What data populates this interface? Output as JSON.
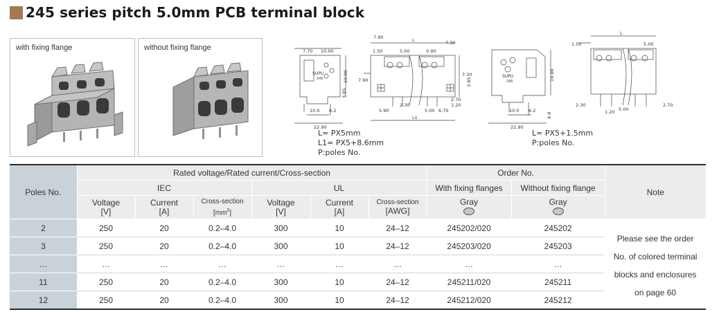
{
  "title": "245 series pitch 5.0mm PCB terminal block",
  "photos": [
    {
      "caption": "with fixing flange"
    },
    {
      "caption": "without fixing flange"
    }
  ],
  "drawing_notes": {
    "left": [
      "L= PX5mm",
      "L1= PX5+8.6mm",
      "P:poles No."
    ],
    "right": [
      "L= PX5+1.5mm",
      "P:poles No."
    ]
  },
  "drawing_labels": {
    "logo": "SUPU",
    "model": "245",
    "d1": {
      "w770": "7.70",
      "w1000": "10.00",
      "h1900": "19.00",
      "h385": "3.85",
      "b100": "10.0",
      "b62": "6.2",
      "b2290": "22.90"
    },
    "d2": {
      "t790": "7.90",
      "t150": "1.50",
      "t500": "5.00",
      "t090": "0.90",
      "t730": "7.30",
      "L": "L",
      "m790": "7.90",
      "m730": "7.30",
      "m385": "3.85",
      "b230": "2.30",
      "b270": "2.70",
      "b120": "1.20",
      "b590": "5.90",
      "b500": "5.00",
      "b670": "6.70",
      "L1": "L1"
    },
    "d3": {
      "h1900": "19.00",
      "h40": "4.0",
      "b100": "10.0",
      "b62": "6.2",
      "b2290": "22.90"
    },
    "d4": {
      "L": "L",
      "t150": "1.50",
      "t500": "5.00",
      "b230": "2.30",
      "b120": "1.20",
      "b500": "5.00",
      "b270": "2.70"
    }
  },
  "table": {
    "poles_header": "Poles No.",
    "group_rated": "Rated voltage/Rated current/Cross-section",
    "group_order": "Order No.",
    "note_header": "Note",
    "iec": "IEC",
    "ul": "UL",
    "with_flange": "With fixing flanges",
    "without_flange": "Without fixing flange",
    "voltage": "Voltage",
    "voltage_unit": "[V]",
    "current": "Current",
    "current_unit": "[A]",
    "cross": "Cross-section",
    "cross_unit_iec": "[mm",
    "cross_unit_iec_sup": "2",
    "cross_unit_iec_end": "]",
    "cross_unit_ul": "[AWG]",
    "gray": "Gray",
    "gray_color": "#c8c8c8",
    "rows": [
      {
        "poles": "2",
        "iec_v": "250",
        "iec_a": "20",
        "iec_cs": "0.2–4.0",
        "ul_v": "300",
        "ul_a": "10",
        "ul_awg": "24–12",
        "with": "245202/020",
        "without": "245202"
      },
      {
        "poles": "3",
        "iec_v": "250",
        "iec_a": "20",
        "iec_cs": "0.2–4.0",
        "ul_v": "300",
        "ul_a": "10",
        "ul_awg": "24–12",
        "with": "245203/020",
        "without": "245203"
      },
      {
        "poles": "…",
        "iec_v": "…",
        "iec_a": "…",
        "iec_cs": "…",
        "ul_v": "…",
        "ul_a": "…",
        "ul_awg": "…",
        "with": "…",
        "without": "…"
      },
      {
        "poles": "11",
        "iec_v": "250",
        "iec_a": "20",
        "iec_cs": "0.2–4.0",
        "ul_v": "300",
        "ul_a": "10",
        "ul_awg": "24–12",
        "with": "245211/020",
        "without": "245211"
      },
      {
        "poles": "12",
        "iec_v": "250",
        "iec_a": "20",
        "iec_cs": "0.2–4.0",
        "ul_v": "300",
        "ul_a": "10",
        "ul_awg": "24–12",
        "with": "245212/020",
        "without": "245212"
      }
    ],
    "note_lines": [
      "Please see the order",
      "No. of colored terminal",
      "blocks and enclosures",
      "on page 60"
    ]
  }
}
